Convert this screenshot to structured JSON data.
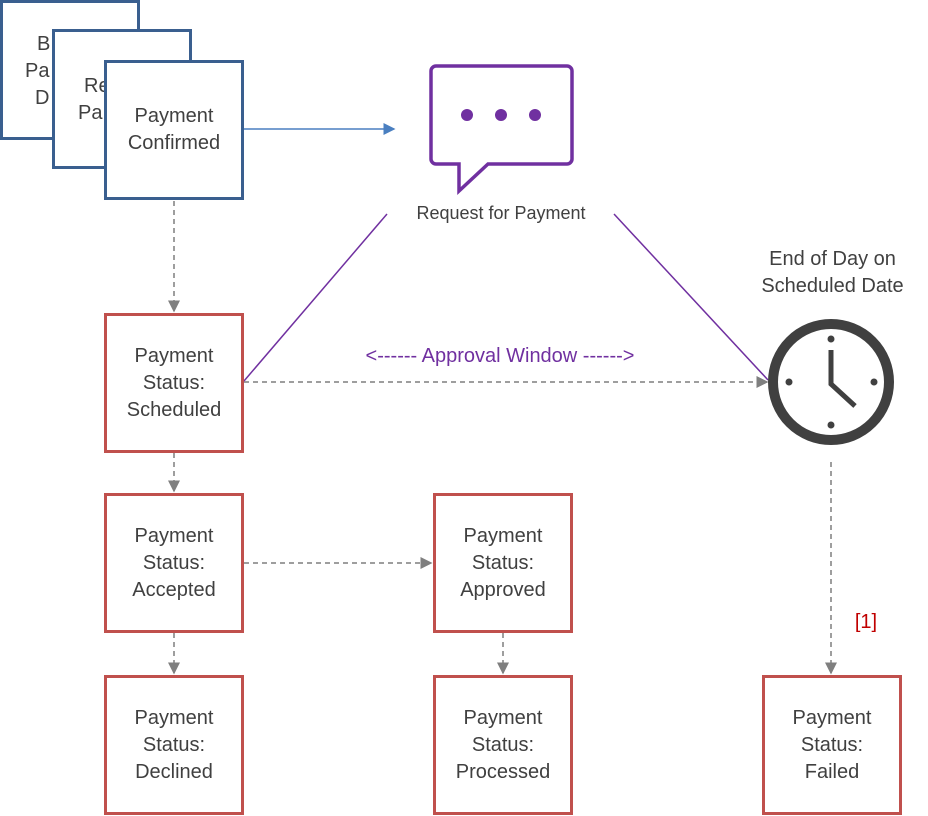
{
  "colors": {
    "blue_border": "#3a5f8f",
    "status_border": "#c0504d",
    "accent_purple": "#7030a0",
    "arrow_blue": "#4a7fc0",
    "dashed_gray": "#7f7f7f",
    "footnote_red": "#c00000",
    "clock": "#404040"
  },
  "stack": {
    "back_box_1": [
      "B",
      "Pa",
      "D"
    ],
    "back_box_2": [
      "Re",
      "Pa"
    ],
    "front_box": [
      "Payment",
      "Confirmed"
    ]
  },
  "request": {
    "icon": "speech-bubble-ellipsis-icon",
    "label": "Request for Payment"
  },
  "deadline": {
    "icon": "clock-icon",
    "label_line1": "End of Day on",
    "label_line2": "Scheduled Date"
  },
  "approval_window": "<------ Approval Window ------>",
  "footnote": "[1]",
  "statuses": {
    "scheduled": [
      "Payment",
      "Status:",
      "Scheduled"
    ],
    "accepted": [
      "Payment",
      "Status:",
      "Accepted"
    ],
    "declined": [
      "Payment",
      "Status:",
      "Declined"
    ],
    "approved": [
      "Payment",
      "Status:",
      "Approved"
    ],
    "processed": [
      "Payment",
      "Status:",
      "Processed"
    ],
    "failed": [
      "Payment",
      "Status:",
      "Failed"
    ]
  }
}
